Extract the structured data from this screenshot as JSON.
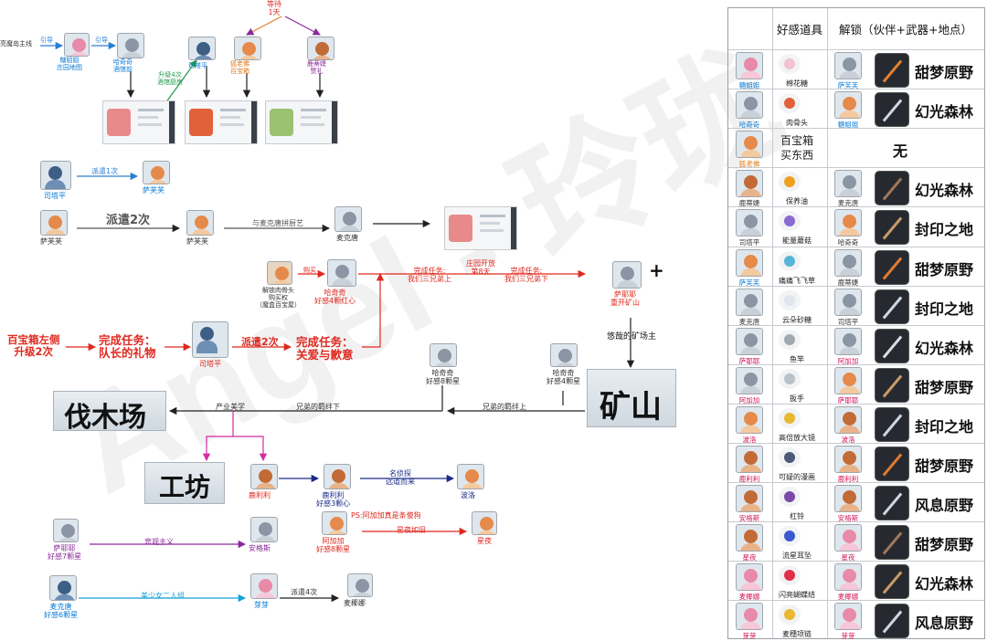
{
  "watermark": "Angel - 玲珑",
  "top": {
    "wait": "等待\n1天",
    "nodes": [
      {
        "id": "start",
        "label": "亮魔岛主线"
      },
      {
        "id": "tang1",
        "name": "糖姐姐",
        "sub": "庄园地图"
      },
      {
        "id": "hqq1",
        "name": "哈奇奇",
        "sub": "酒馆前"
      },
      {
        "id": "stp1",
        "name": "司塔平",
        "sub": ""
      },
      {
        "id": "hu1",
        "name": "狐老佛",
        "sub": "百宝箱"
      },
      {
        "id": "lu1",
        "name": "鹿蒂婕",
        "sub": "赞礼"
      }
    ],
    "edge_labels": [
      "引导",
      "引导",
      "升级4次\n酒馆厨房"
    ]
  },
  "flow": {
    "dispatch1": "派遣1次",
    "dispatch2": "派遣2次",
    "craft": "与麦克唐拼厨艺",
    "unlock_bone": "解锁肉骨头\n购买权\n（魔盒百宝屋）",
    "buy": "购买",
    "task_3bro": "完成任务:\n我们三兄弟上",
    "manor": "庄园开放\n第8天",
    "task_3bro_down": "完成任务:\n我们三兄弟下",
    "mine_leisure": "悠哉的矿场主",
    "bro_down": "兄弟的羁绊下",
    "bro_up": "兄弟的羁绊上",
    "industry": "产业美学",
    "chest_upgrade": "百宝箱左侧\n升级2次",
    "task_gift": "完成任务：\n队长的礼物",
    "dispatch_stp": "派遣2次",
    "task_care": "完成任务：\n关爱与歉意",
    "detective": "名侦探\n远道而来",
    "ps_note": "PS:阿加加真是条傻狗",
    "starry": "星夜如旧",
    "pessimism": "悲观主义",
    "duo": "美少女二人组",
    "dispatch4": "派遣4次",
    "names": {
      "sitaping": "司塔平",
      "safufu": "萨芙芙",
      "maikedang": "麦克唐",
      "haqiqi": "哈奇奇",
      "haqiqi_love": "好感4颗红心",
      "sayeye": "萨耶耶",
      "sayeye_sub": "重开矿山",
      "haqiqi_8": "好感8颗星",
      "haqiqi_4": "好感4颗星",
      "lulili": "鹿利利",
      "lulili_love": "好感3颗心",
      "boluo": "波洛",
      "ajiajia": "阿加加",
      "ajiajia_love": "好感8颗星",
      "xingye": "星夜",
      "sayeye_7": "好感7颗星",
      "angesi": "安格斯",
      "maikedang_6": "好感6颗星",
      "yaya": "芽芽",
      "maixiangna": "麦椰娜"
    },
    "places": {
      "logging": "伐木场",
      "mine": "矿山",
      "workshop": "工坊"
    },
    "plus": "+"
  },
  "table": {
    "headers": [
      "好感道具",
      "解锁（伙伴+武器+地点）"
    ],
    "rows": [
      {
        "char": "糖姐姐",
        "char_color": "#0a7bd6",
        "item": "棉花糖",
        "item_color": "#f3c1cf",
        "partner": "萨芙芙",
        "partner_color": "#0a7bd6",
        "weapon_color": "#e0812f",
        "location": "甜梦原野"
      },
      {
        "char": "哈奇奇",
        "char_color": "#0a7bd6",
        "item": "肉骨头",
        "item_color": "#e0613a",
        "partner": "糖姐姐",
        "partner_color": "#0a7bd6",
        "weapon_color": "#cfd6dd",
        "location": "幻光森林"
      },
      {
        "char": "狐老佛",
        "char_color": "#e07a1a",
        "item": "百宝箱\n买东西",
        "item_color": "",
        "partner": "",
        "partner_color": "",
        "weapon_color": "",
        "location": "无"
      },
      {
        "char": "鹿蒂婕",
        "char_color": "#333333",
        "item": "保养油",
        "item_color": "#f0a020",
        "partner": "麦克唐",
        "partner_color": "#333333",
        "weapon_color": "#a0785a",
        "location": "幻光森林"
      },
      {
        "char": "司塔平",
        "char_color": "#333333",
        "item": "能量蘑菇",
        "item_color": "#8a6ad0",
        "partner": "哈奇奇",
        "partner_color": "#333333",
        "weapon_color": "#c99a6a",
        "location": "封印之地"
      },
      {
        "char": "萨芙芙",
        "char_color": "#0a7bd6",
        "item": "痛痛飞飞草",
        "item_color": "#58b4d8",
        "partner": "鹿蒂婕",
        "partner_color": "#333333",
        "weapon_color": "#e07a30",
        "location": "甜梦原野"
      },
      {
        "char": "麦克唐",
        "char_color": "#333333",
        "item": "云朵砂糖",
        "item_color": "#dfe6ee",
        "partner": "司塔平",
        "partner_color": "#333333",
        "weapon_color": "#cfd6dd",
        "location": "封印之地"
      },
      {
        "char": "萨耶耶",
        "char_color": "#d4145a",
        "item": "鱼竿",
        "item_color": "#a0a8b0",
        "partner": "阿加加",
        "partner_color": "#d4145a",
        "weapon_color": "#d9dee3",
        "location": "幻光森林"
      },
      {
        "char": "阿加加",
        "char_color": "#d4145a",
        "item": "扳手",
        "item_color": "#b9c1c9",
        "partner": "萨耶耶",
        "partner_color": "#d4145a",
        "weapon_color": "#c99a6a",
        "location": "甜梦原野"
      },
      {
        "char": "波洛",
        "char_color": "#d4145a",
        "item": "高倍放大镜",
        "item_color": "#e8b830",
        "partner": "波洛",
        "partner_color": "#d4145a",
        "weapon_color": "#cfd6dd",
        "location": "封印之地"
      },
      {
        "char": "鹿利利",
        "char_color": "#d4145a",
        "item": "可疑的漫画",
        "item_color": "#4a5a78",
        "partner": "鹿利利",
        "partner_color": "#d4145a",
        "weapon_color": "#e07a30",
        "location": "甜梦原野"
      },
      {
        "char": "安格斯",
        "char_color": "#d4145a",
        "item": "杠铃",
        "item_color": "#7a4aa8",
        "partner": "安格斯",
        "partner_color": "#d4145a",
        "weapon_color": "#cfd6dd",
        "location": "风息原野"
      },
      {
        "char": "星夜",
        "char_color": "#d4145a",
        "item": "流星耳坠",
        "item_color": "#3a5ad0",
        "partner": "星夜",
        "partner_color": "#d4145a",
        "weapon_color": "#a0785a",
        "location": "甜梦原野"
      },
      {
        "char": "麦椰娜",
        "char_color": "#d4145a",
        "item": "闪亮蝴蝶结",
        "item_color": "#e0304a",
        "partner": "麦椰娜",
        "partner_color": "#d4145a",
        "weapon_color": "#c99a6a",
        "location": "幻光森林"
      },
      {
        "char": "芽芽",
        "char_color": "#d4145a",
        "item": "麦穗项链",
        "item_color": "#e8b830",
        "partner": "芽芽",
        "partner_color": "#d4145a",
        "weapon_color": "#cfd6dd",
        "location": "风息原野"
      }
    ]
  }
}
